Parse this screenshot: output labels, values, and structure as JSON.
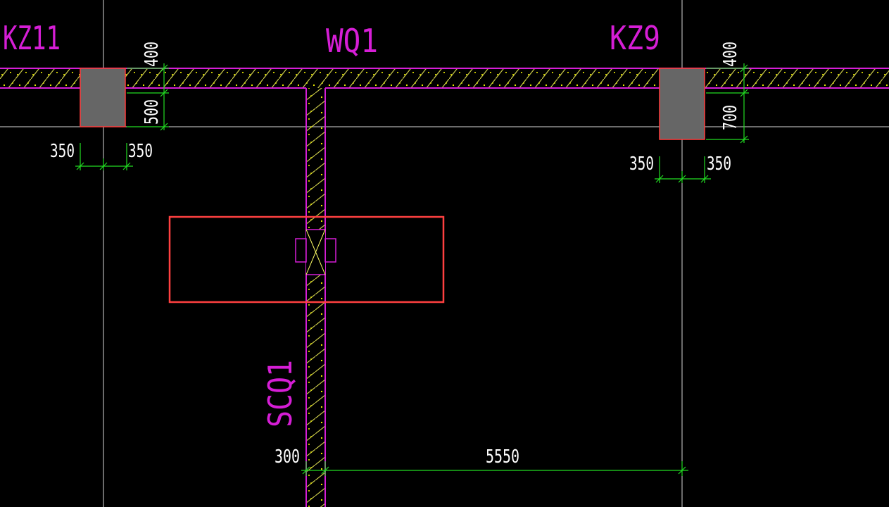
{
  "colors": {
    "background": "#000000",
    "axis_line": "#ffffff",
    "wall_outline": "#d61ed6",
    "hatch": "#c9c94a",
    "dots": "#ffff00",
    "column_fill": "#666666",
    "column_outline": "#ff3b3b",
    "dimension": "#22dd22",
    "dim_text": "#ffffff",
    "highlight_box": "#ff4040"
  },
  "labels": {
    "column_left": "KZ11",
    "wall_top": "WQ1",
    "column_right": "KZ9",
    "wall_vertical": "SCQ1"
  },
  "dimensions": {
    "left_col_top": "400",
    "left_col_depth": "500",
    "left_col_w1": "350",
    "left_col_w2": "350",
    "right_col_top": "400",
    "right_col_depth": "700",
    "right_col_w1": "350",
    "right_col_w2": "350",
    "wall_thickness": "300",
    "span": "5550"
  },
  "icons": {
    "opening_symbol": "door-opening-cross-icon"
  }
}
